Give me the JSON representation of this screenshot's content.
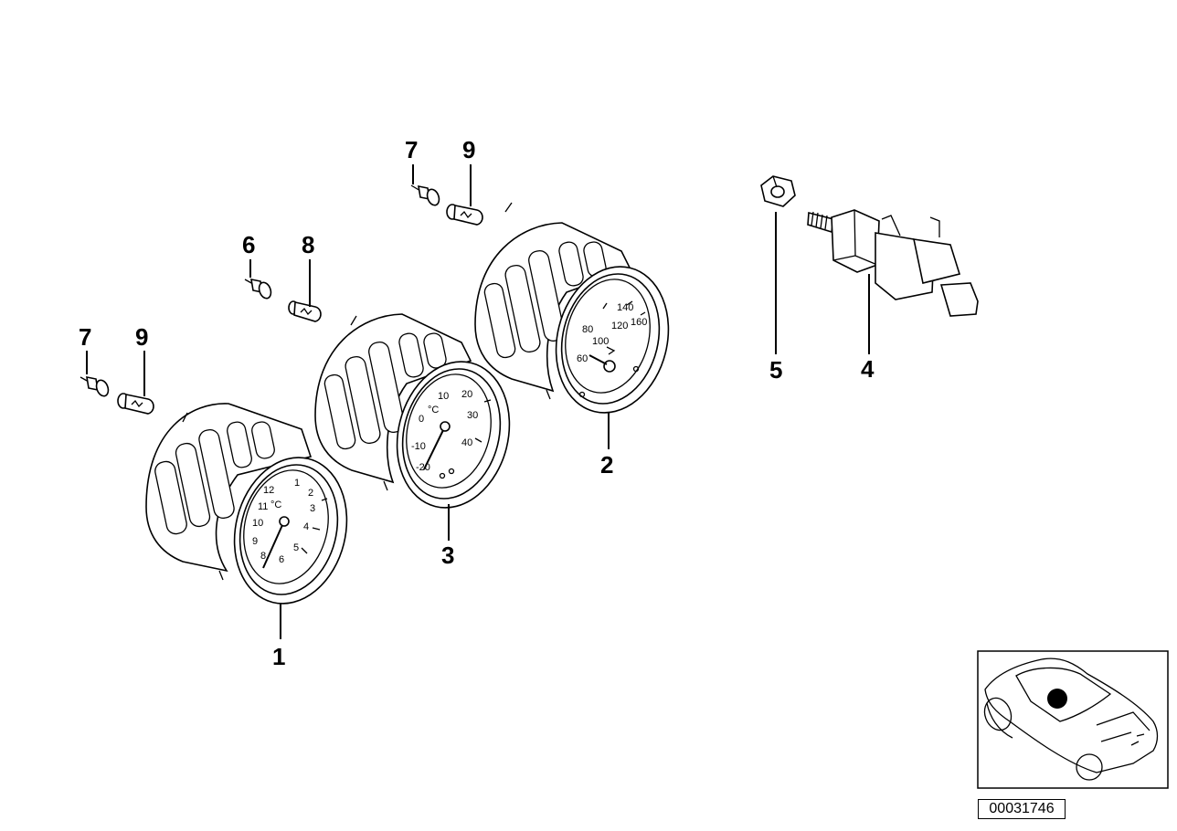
{
  "callouts": {
    "c1": "1",
    "c2": "2",
    "c3": "3",
    "c4": "4",
    "c5": "5",
    "c6": "6",
    "c7a": "7",
    "c7b": "7",
    "c8": "8",
    "c9a": "9",
    "c9b": "9"
  },
  "gauge_left": {
    "unit": "°C",
    "scale": [
      "12",
      "1",
      "2",
      "3",
      "4",
      "5",
      "6",
      "8",
      "9",
      "10",
      "11"
    ]
  },
  "gauge_middle": {
    "unit": "°C",
    "scale": [
      "-20",
      "-10",
      "0",
      "10",
      "20",
      "30",
      "40"
    ]
  },
  "gauge_right": {
    "scale": [
      "60",
      "80",
      "100",
      "120",
      "140",
      "160"
    ]
  },
  "diagram_id": "00031746",
  "colors": {
    "line": "#000000",
    "background": "#ffffff",
    "locator_dot": "#000000"
  }
}
